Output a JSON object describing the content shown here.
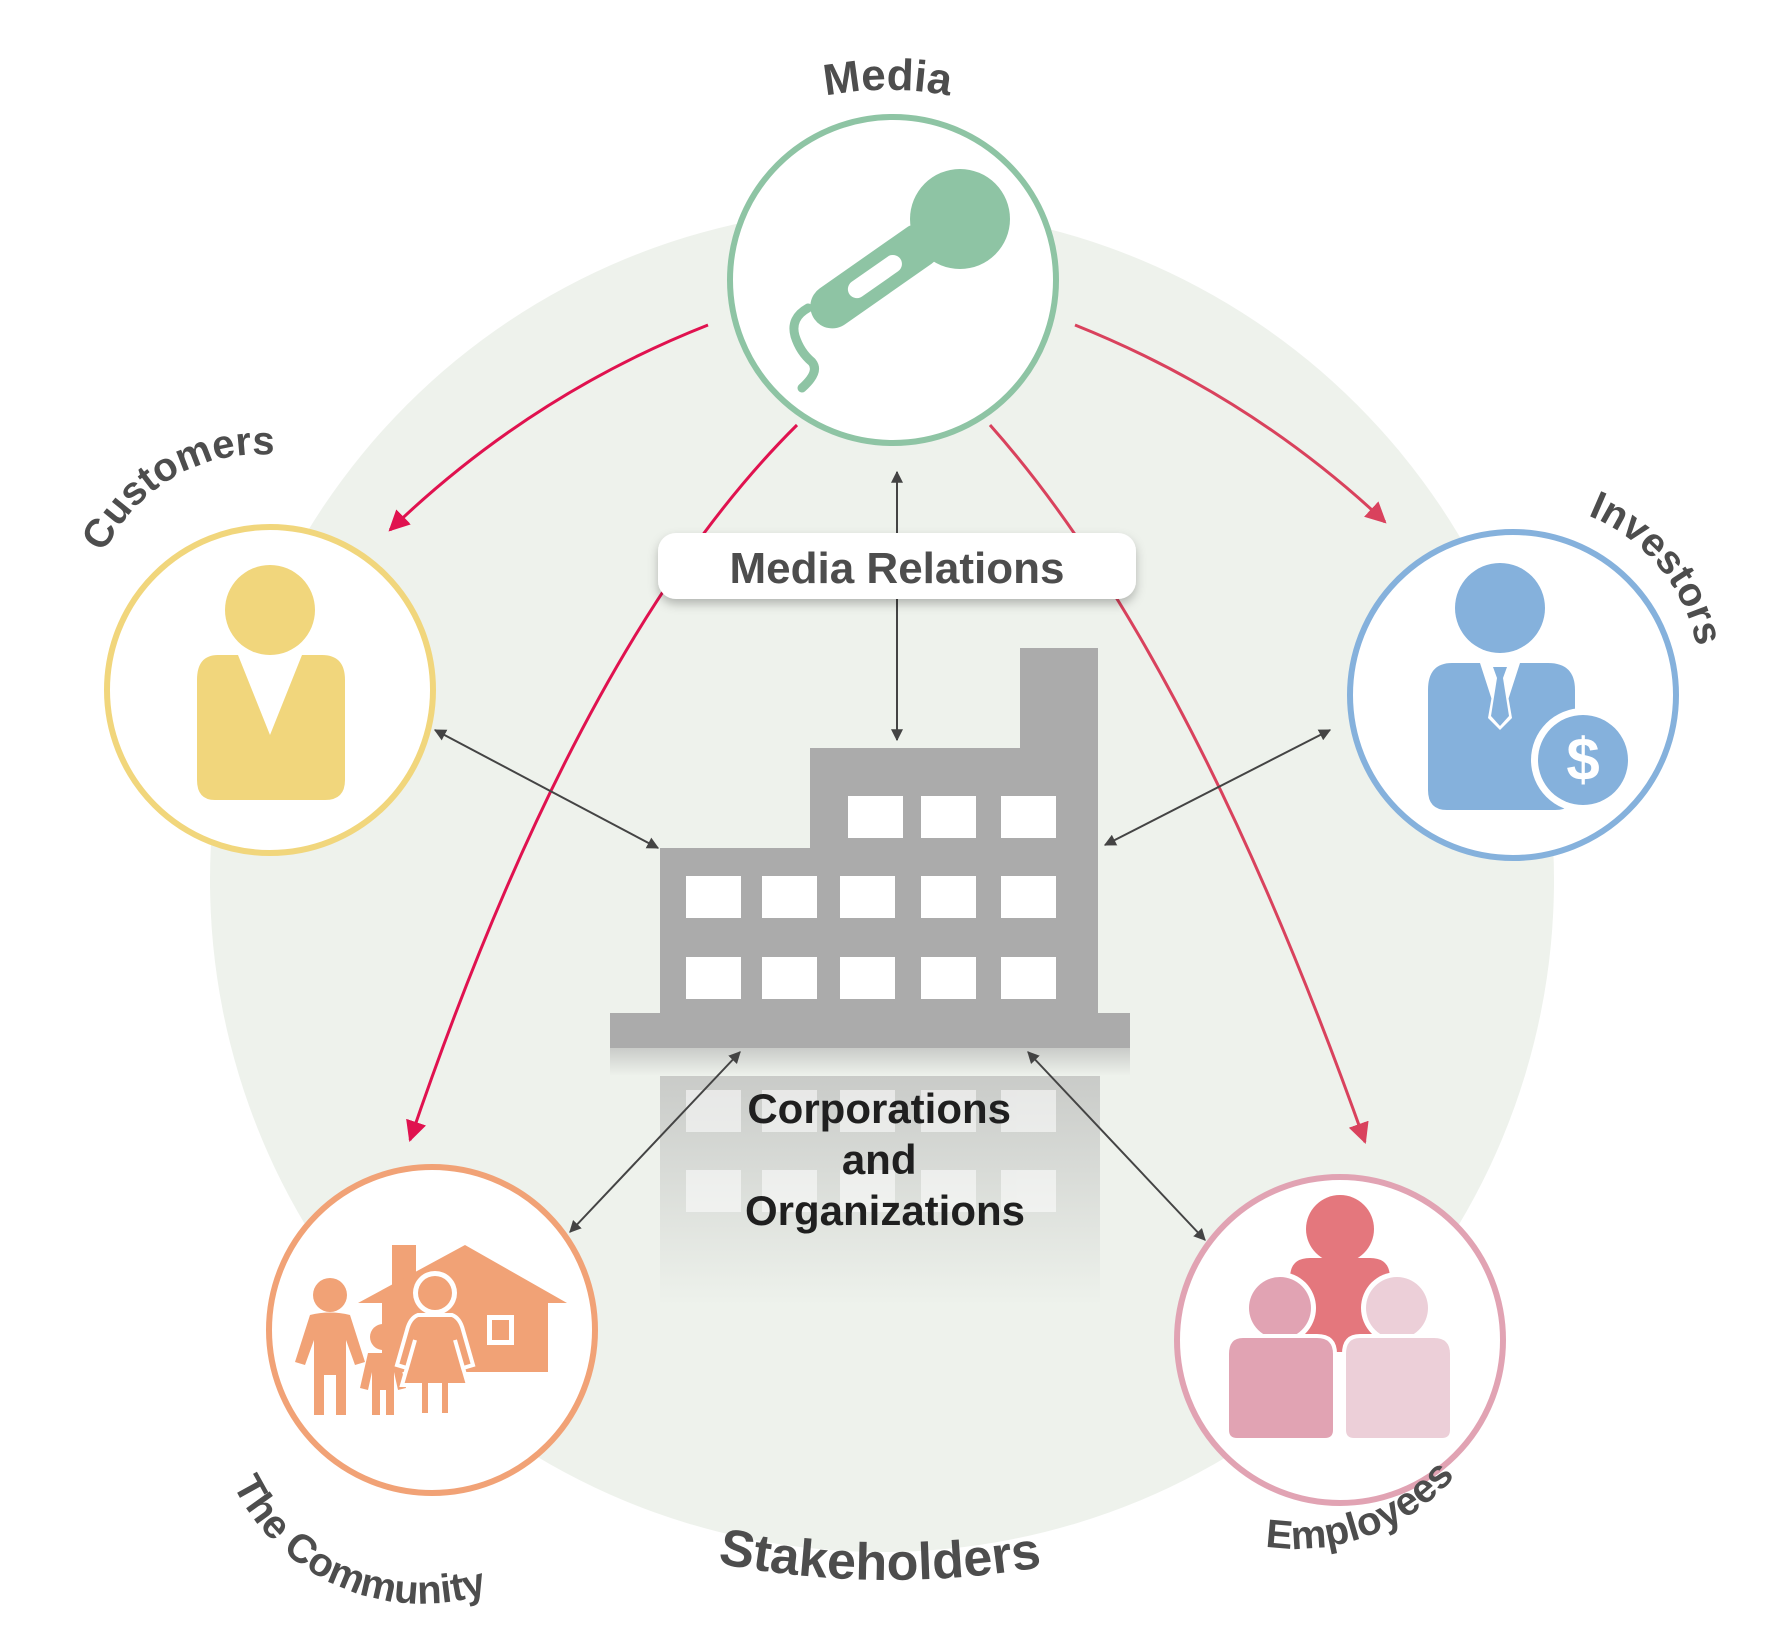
{
  "diagram": {
    "center": {
      "label_lines": [
        "Corporations",
        "and",
        "Organizations"
      ]
    },
    "relation_badge": {
      "label": "Media Relations"
    },
    "group_label": "Stakeholders",
    "nodes": {
      "media": {
        "label": "Media",
        "color": "#8ec4a4"
      },
      "customers": {
        "label": "Customers",
        "color": "#f1d67c"
      },
      "investors": {
        "label": "Investors",
        "color": "#85b1dc"
      },
      "community": {
        "label": "The Community",
        "color": "#f1a276"
      },
      "employees": {
        "label": "Employees",
        "color": "#e1a3b3"
      }
    },
    "colors": {
      "background_disc": "#eef2ec",
      "building": "#ababab",
      "arrow_dark": "#444444",
      "arrow_red": "#e0124f",
      "arrow_red_soft": "#d9425d"
    }
  }
}
